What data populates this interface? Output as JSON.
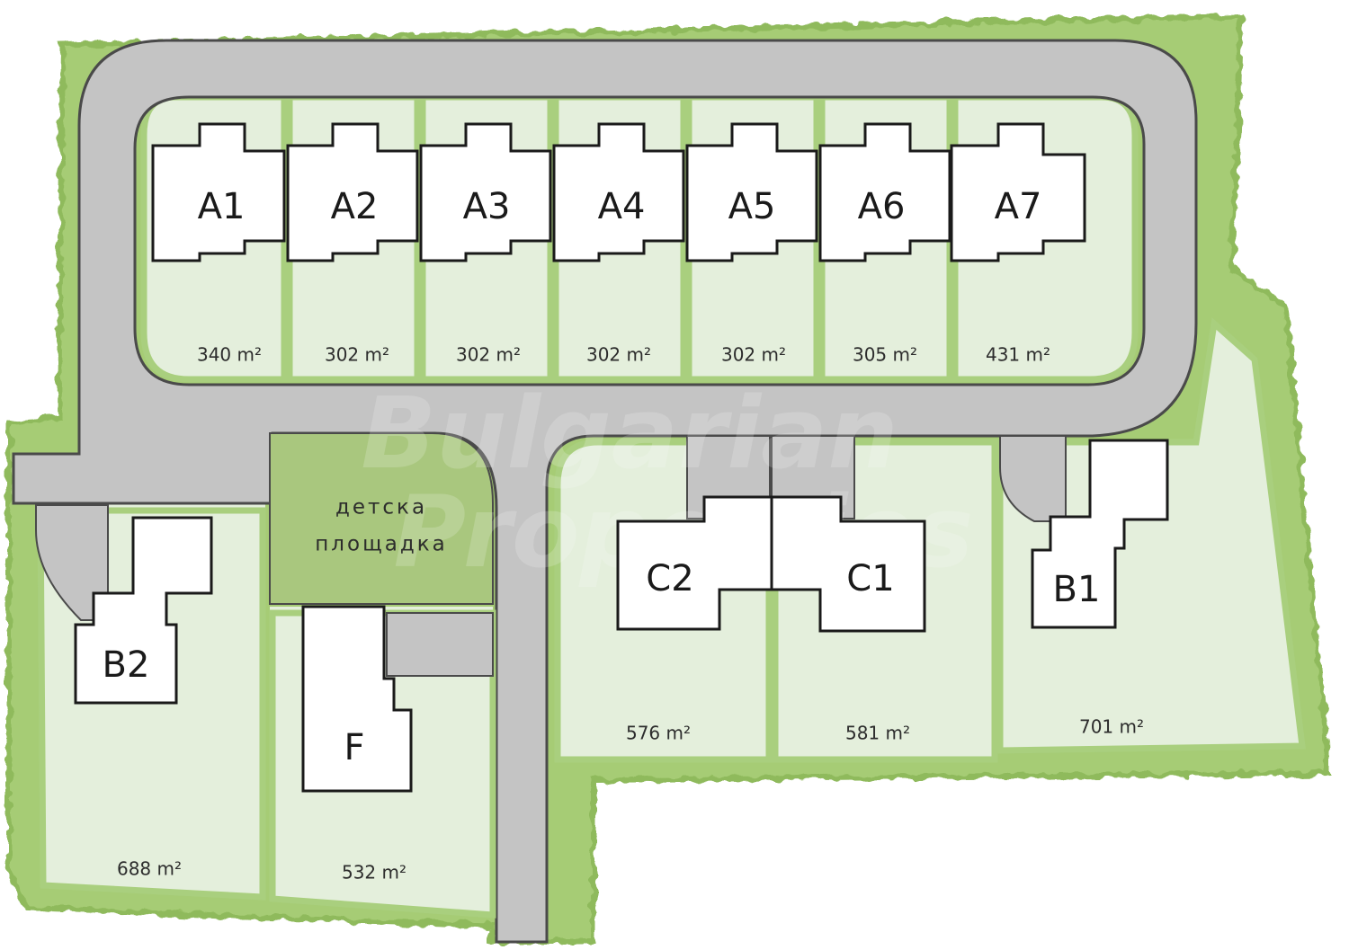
{
  "playground": {
    "line1": "детска",
    "line2": "площадка"
  },
  "watermark": {
    "line1": "Bulgarian",
    "line2": "Properties"
  },
  "houses": {
    "a1": "A1",
    "a2": "A2",
    "a3": "A3",
    "a4": "A4",
    "a5": "A5",
    "a6": "A6",
    "a7": "A7",
    "b1": "B1",
    "b2": "B2",
    "c1": "C1",
    "c2": "C2",
    "f": "F"
  },
  "areas": {
    "a1": "340 m²",
    "a2": "302 m²",
    "a3": "302 m²",
    "a4": "302 m²",
    "a5": "302 m²",
    "a6": "305 m²",
    "a7": "431 m²",
    "c2": "576 m²",
    "c1": "581 m²",
    "b1": "701 m²",
    "b2": "688 m²",
    "f": "532 m²"
  },
  "colors": {
    "hedge": "#a6cc74",
    "hedge_dark": "#8fba5c",
    "lawn": "#e4efdc",
    "plot_border": "#a9cf7e",
    "road": "#c4c4c4",
    "road_edge": "#4a4a4a",
    "playground": "#a9c77e",
    "building": "#ffffff",
    "building_edge": "#1a1a1a"
  }
}
